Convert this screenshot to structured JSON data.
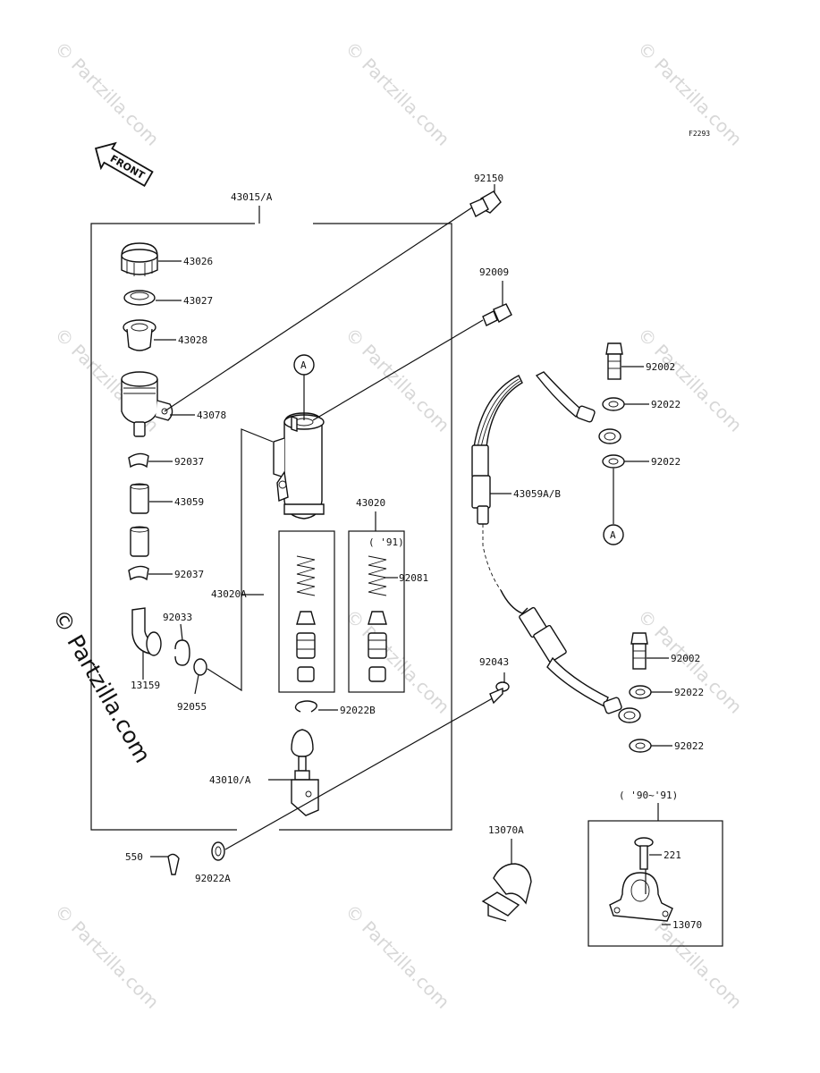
{
  "figure_code": "F2293",
  "front_label": "FRONT",
  "ref_a_label": "A",
  "watermark": "© Partzilla.com",
  "labels": {
    "p43015": "43015/A",
    "p43026": "43026",
    "p43027": "43027",
    "p43028": "43028",
    "p43078": "43078",
    "p92037a": "92037",
    "p43059": "43059",
    "p92037b": "92037",
    "p92033": "92033",
    "p13159": "13159",
    "p92055": "92055",
    "p43020A": "43020A",
    "p43020": "43020",
    "p91": "( '91)",
    "p92081": "92081",
    "p92022B": "92022B",
    "p43010": "43010/A",
    "p550": "550",
    "p92022A": "92022A",
    "p92150": "92150",
    "p92009": "92009",
    "p92043": "92043",
    "p92002a": "92002",
    "p92022a": "92022",
    "p92022b": "92022",
    "p43059AB": "43059A/B",
    "p92002b": "92002",
    "p92022c": "92022",
    "p92022d": "92022",
    "p13070A": "13070A",
    "p9091": "( '90~'91)",
    "p221": "221",
    "p13070": "13070"
  }
}
